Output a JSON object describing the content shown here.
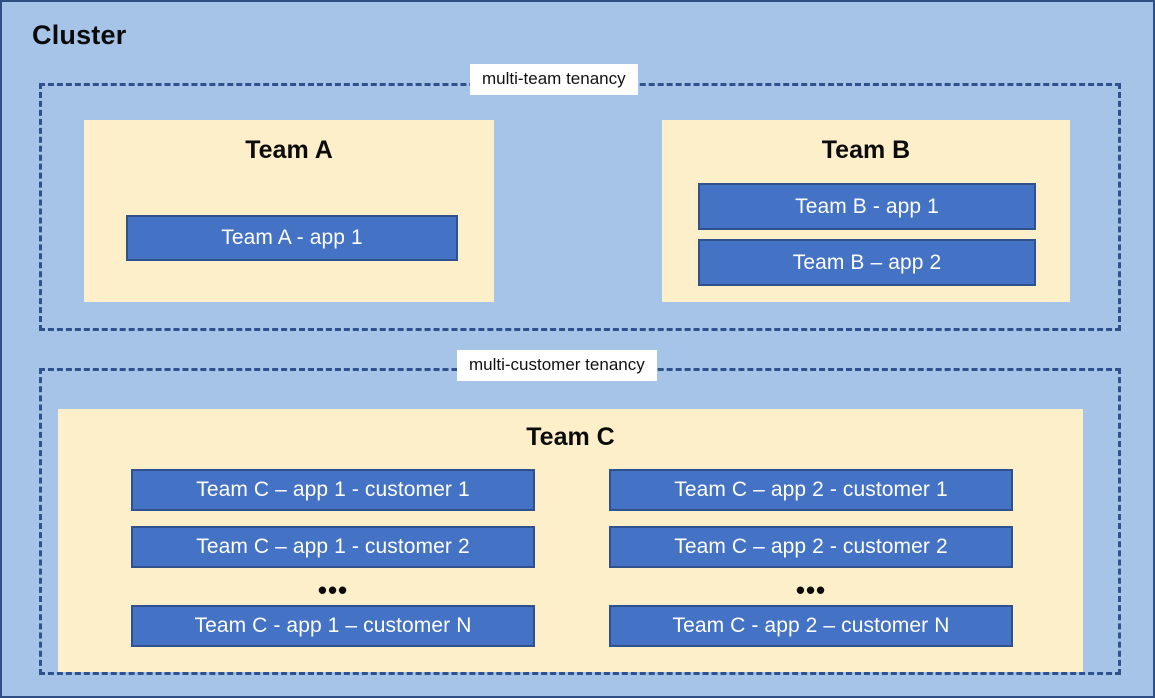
{
  "diagram": {
    "title": "Cluster",
    "background_color": "#A6C4E8",
    "panel_color": "#FDEFC9",
    "app_color": "#4472C4",
    "dash_color": "#2F528F"
  },
  "regions": [
    {
      "id": "multi-team",
      "label": "multi-team tenancy"
    },
    {
      "id": "multi-customer",
      "label": "multi-customer tenancy"
    }
  ],
  "teams": {
    "team_a": {
      "title": "Team A",
      "apps": [
        "Team A - app 1"
      ]
    },
    "team_b": {
      "title": "Team B",
      "apps": [
        "Team B - app 1",
        "Team B – app 2"
      ]
    },
    "team_c": {
      "title": "Team C",
      "ellipsis": "•••",
      "columns": [
        {
          "name": "app-1",
          "apps": [
            "Team C – app 1 - customer 1",
            "Team C – app 1 - customer 2",
            "Team C - app 1 – customer N"
          ]
        },
        {
          "name": "app-2",
          "apps": [
            "Team C – app 2 - customer 1",
            "Team C – app 2 - customer 2",
            "Team C - app 2 – customer N"
          ]
        }
      ]
    }
  }
}
